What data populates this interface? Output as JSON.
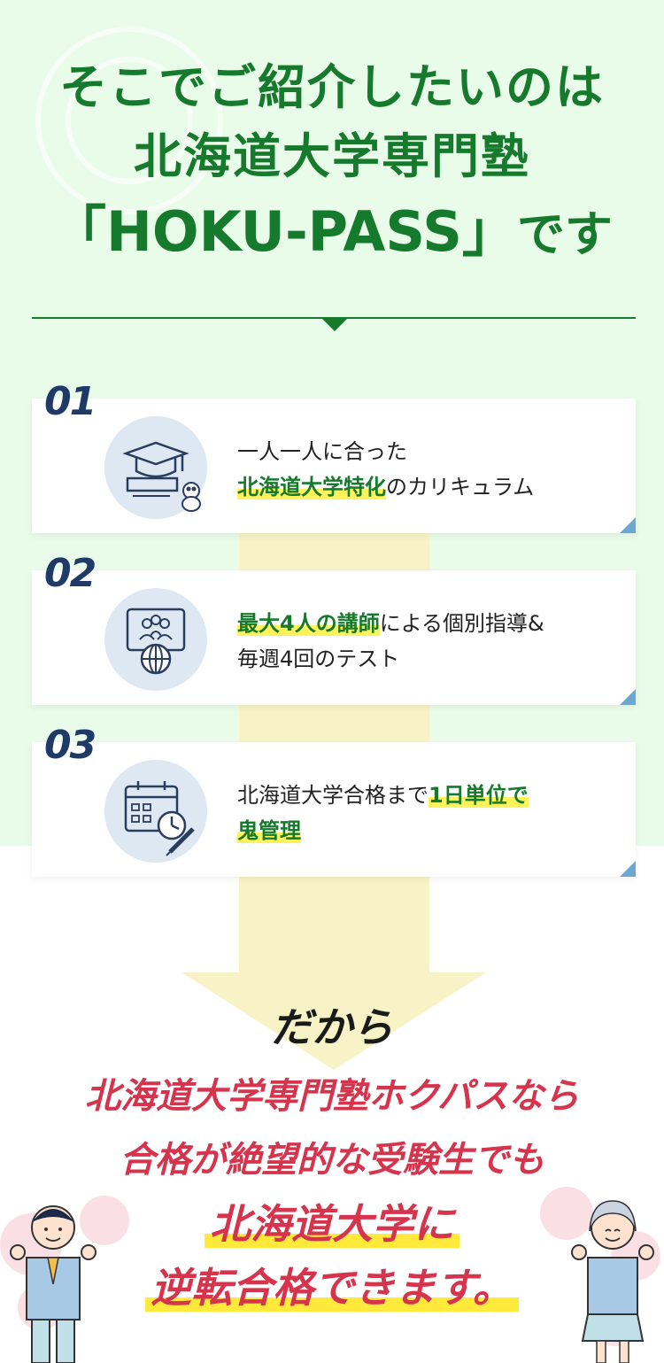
{
  "header": {
    "line1": "そこでご紹介したいのは",
    "line2": "北海道大学専門塾",
    "line3_main": "「HOKU-PASS」",
    "line3_suffix": "です"
  },
  "features": [
    {
      "number": "01",
      "icon": "graduation-cap-owl-icon",
      "text_plain_before": "一人一人に合った",
      "highlight": "北海道大学特化",
      "text_plain_after": "のカリキュラム"
    },
    {
      "number": "02",
      "icon": "online-class-globe-icon",
      "highlight": "最大4人の講師",
      "text_plain_after": "による個別指導&",
      "text_line2": "毎週4回のテスト"
    },
    {
      "number": "03",
      "icon": "calendar-clock-pencil-icon",
      "text_plain_before": "北海道大学合格まで",
      "highlight_a": "1日単位で",
      "highlight_b": "鬼管理"
    }
  ],
  "conclusion": {
    "lead": "だから",
    "line1": "北海道大学専門塾ホクパスなら",
    "line2": "合格が絶望的な受験生でも",
    "line3": "北海道大学に",
    "line4": "逆転合格できます。"
  },
  "colors": {
    "green": "#157a2c",
    "navy": "#1f3a66",
    "red": "#d6344c",
    "highlight_yellow": "#fff25a"
  }
}
